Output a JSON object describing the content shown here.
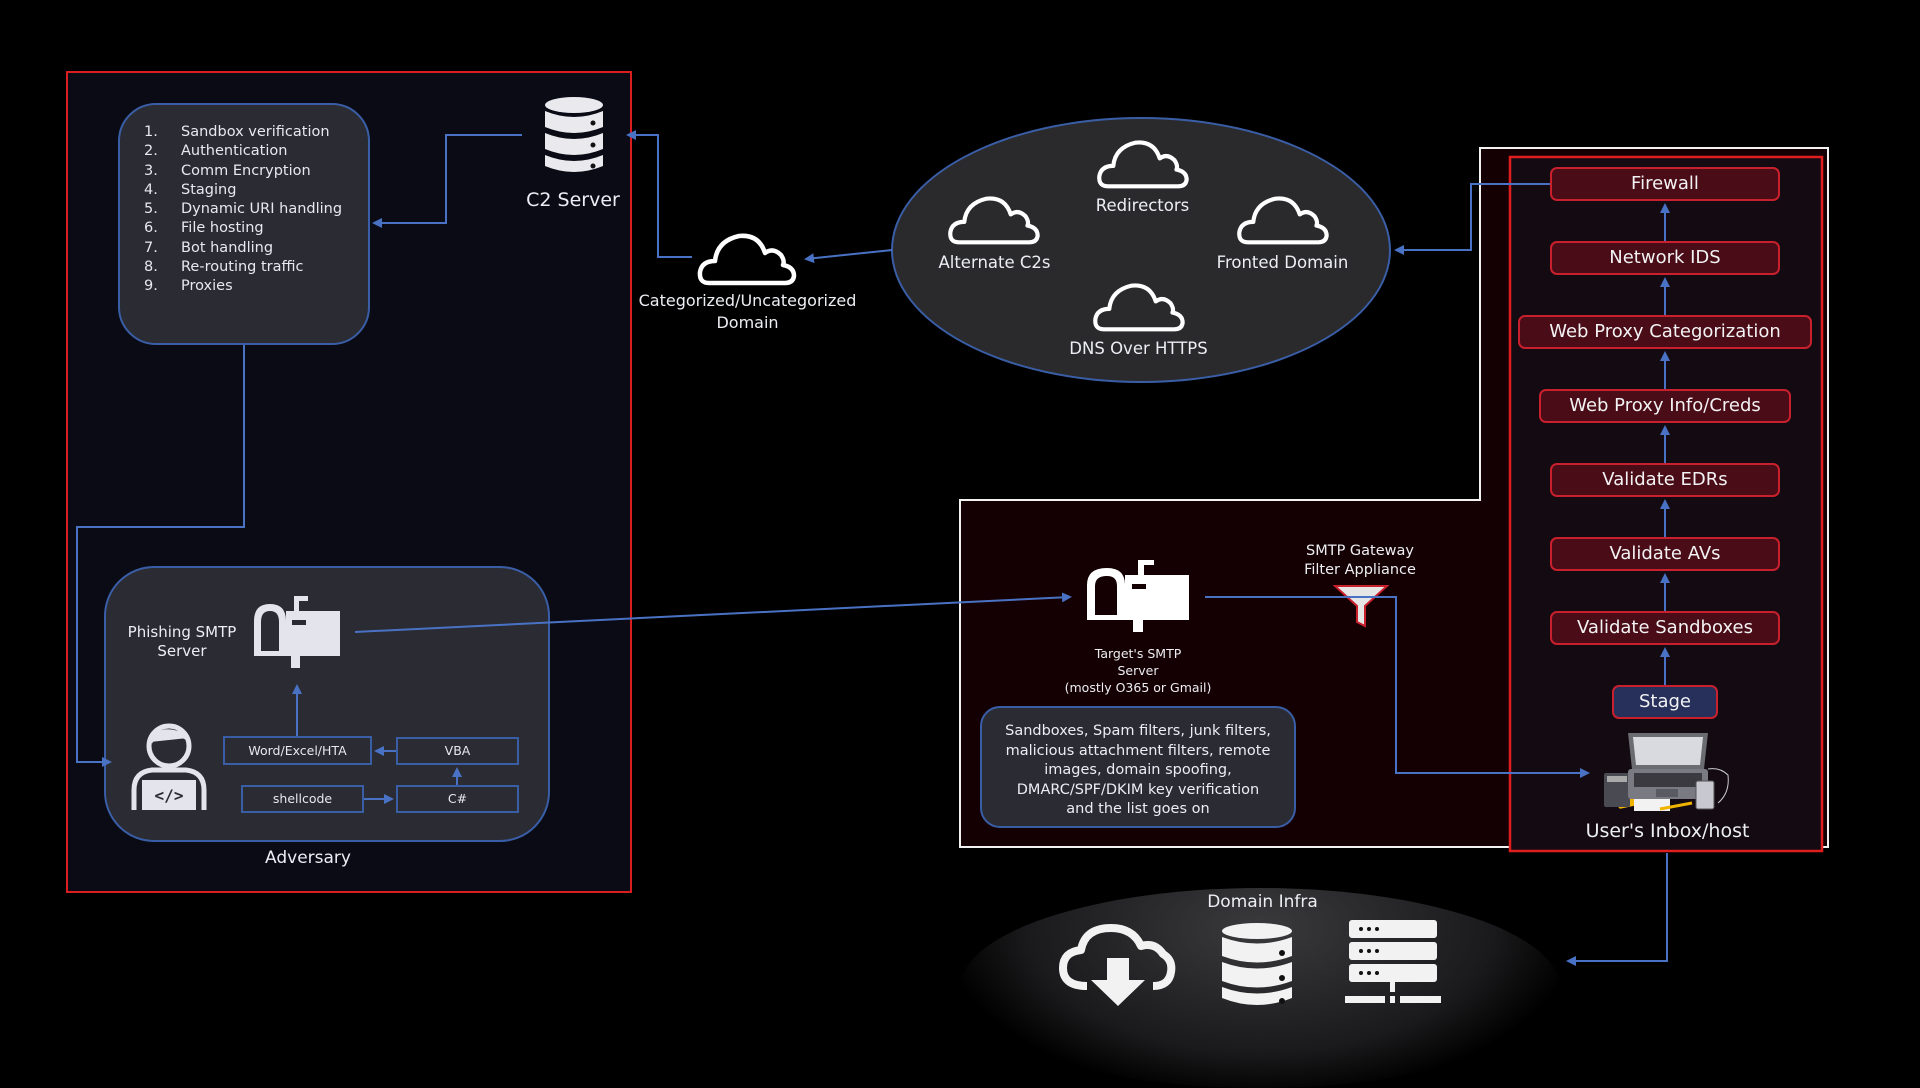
{
  "adversary": {
    "zone_label": "Adversary",
    "c2_capabilities": [
      {
        "num": "1.",
        "label": "Sandbox verification"
      },
      {
        "num": "2.",
        "label": "Authentication"
      },
      {
        "num": "3.",
        "label": "Comm Encryption"
      },
      {
        "num": "4.",
        "label": "Staging"
      },
      {
        "num": "5.",
        "label": "Dynamic URI handling"
      },
      {
        "num": "6.",
        "label": "File hosting"
      },
      {
        "num": "7.",
        "label": "Bot handling"
      },
      {
        "num": "8.",
        "label": "Re-routing traffic"
      },
      {
        "num": "9.",
        "label": "Proxies"
      }
    ],
    "c2_server_label": "C2 Server",
    "phishing_smtp_label": "Phishing SMTP Server",
    "payload_chain": {
      "doc": "Word/Excel/HTA",
      "vba": "VBA",
      "shellcode": "shellcode",
      "csharp": "C#"
    }
  },
  "c2_domain": {
    "label_line1": "Categorized/Uncategorized",
    "label_line2": "Domain"
  },
  "infrastructure_cloud": {
    "redirectors": "Redirectors",
    "alternate_c2s": "Alternate C2s",
    "fronted_domain": "Fronted Domain",
    "dns_over_https": "DNS Over HTTPS"
  },
  "target": {
    "smtp_server_line1": "Target's SMTP",
    "smtp_server_line2": "Server",
    "smtp_server_line3": "(mostly O365 or Gmail)",
    "gateway_line1": "SMTP Gateway",
    "gateway_line2": "Filter Appliance",
    "filter_note": [
      "Sandboxes, Spam filters, junk filters,",
      "malicious attachment filters, remote",
      "images, domain spoofing,",
      "DMARC/SPF/DKIM key verification",
      "and the list goes on"
    ],
    "pipeline": [
      "Firewall",
      "Network IDS",
      "Web Proxy Categorization",
      "Web Proxy Info/Creds",
      "Validate EDRs",
      "Validate AVs",
      "Validate Sandboxes"
    ],
    "stage_label": "Stage",
    "host_label": "User's Inbox/host"
  },
  "domain_infra": {
    "label": "Domain Infra"
  },
  "colors": {
    "connector": "#4a72c4",
    "danger_border": "#d81e1e",
    "stage_fill": "#4a0c16",
    "panel_fill": "#2a2b33"
  }
}
